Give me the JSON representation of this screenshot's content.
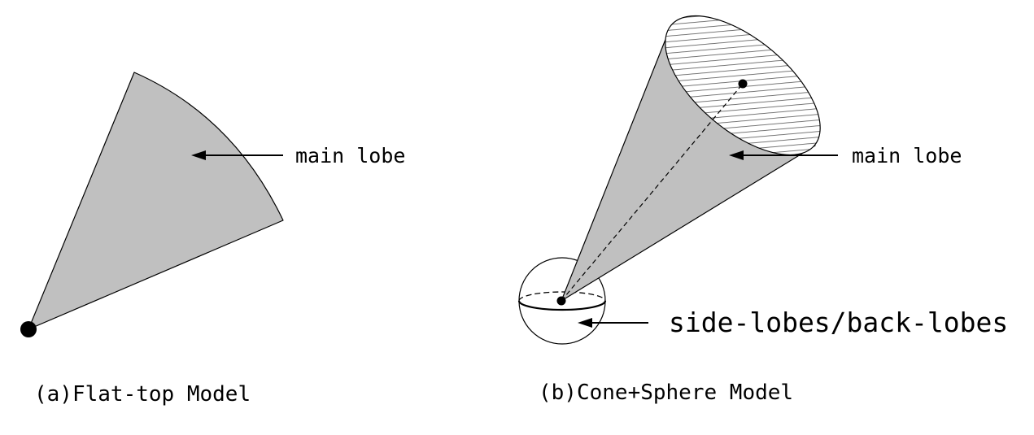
{
  "colors": {
    "beam_fill": "#c0c0c0",
    "stroke": "#000000",
    "background": "#ffffff"
  },
  "diagram_a": {
    "main_lobe_label": "main lobe",
    "caption": "(a)Flat-top Model"
  },
  "diagram_b": {
    "main_lobe_label": "main lobe",
    "side_lobe_label": "side-lobes/back-lobes",
    "caption": "(b)Cone+Sphere Model"
  }
}
